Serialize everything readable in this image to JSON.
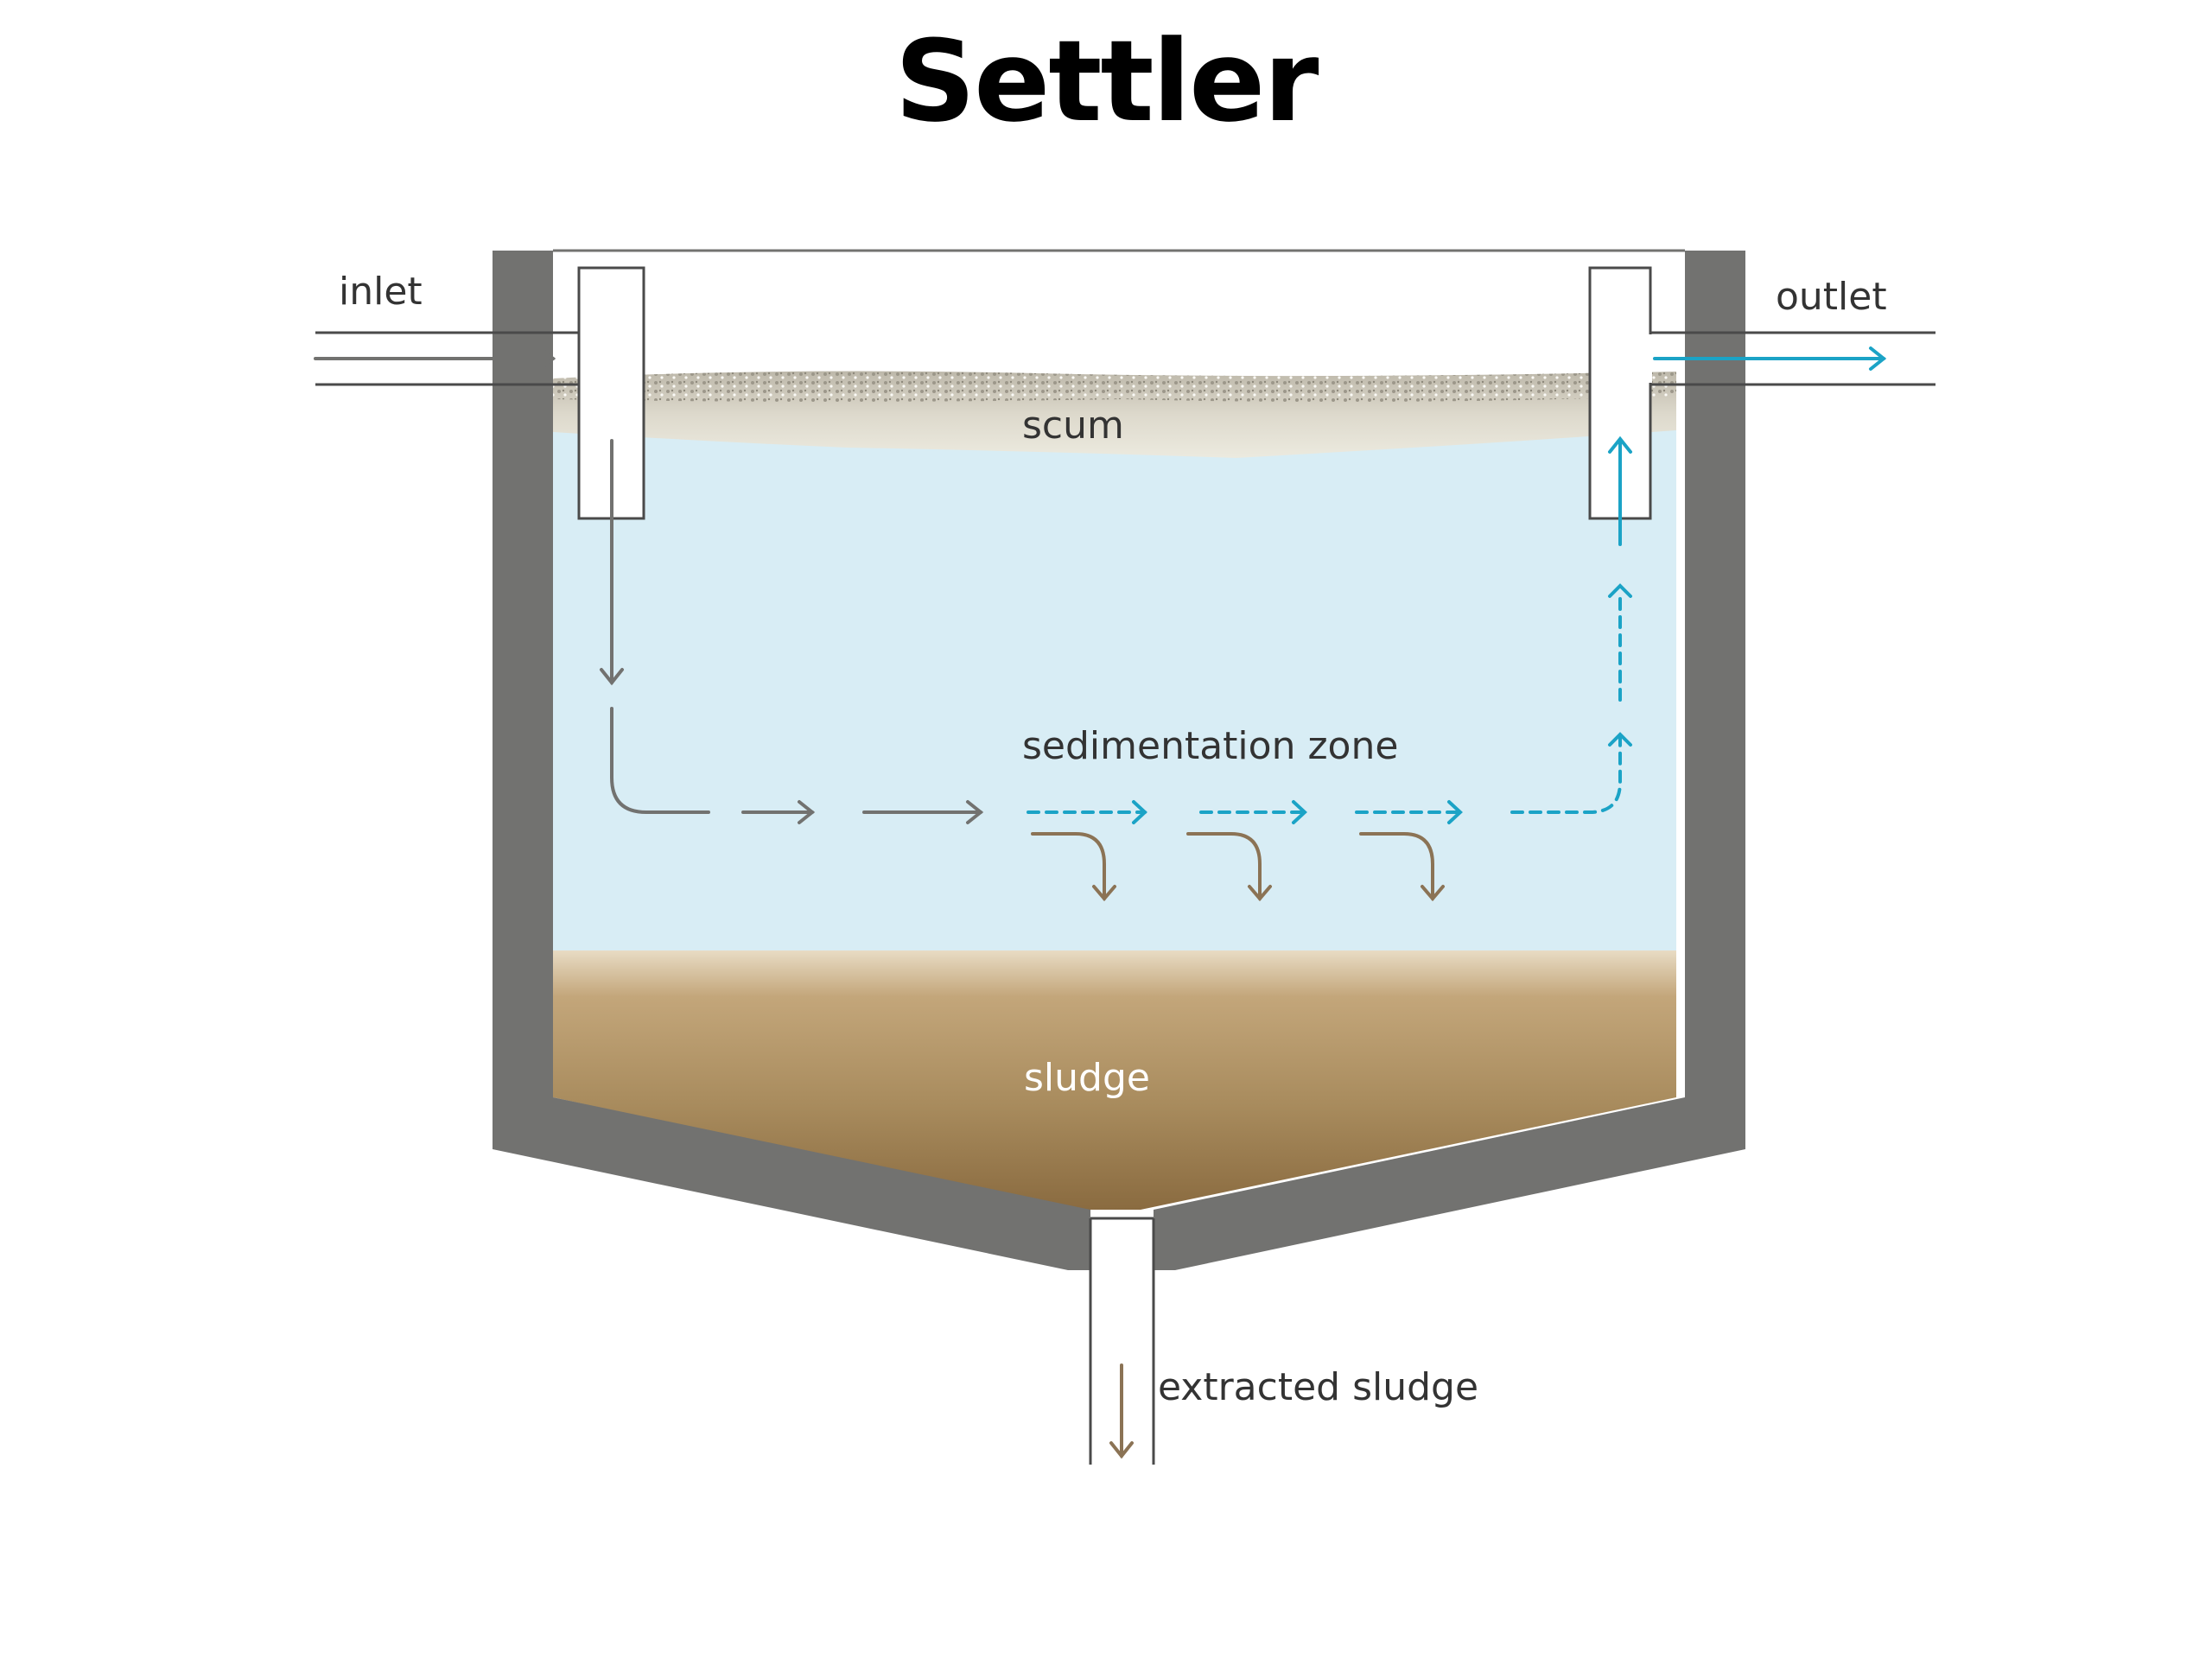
{
  "title": "Settler",
  "labels": {
    "inlet": "inlet",
    "outlet": "outlet",
    "scum": "scum",
    "sedimentation_zone": "sedimentation zone",
    "sludge": "sludge",
    "extracted_sludge": "extracted sludge"
  },
  "colors": {
    "wall": "#727270",
    "water": "#d8edf5",
    "scum": "#d4d0c2",
    "sludge": "#a88b5d",
    "inflow_arrow": "#727270",
    "outflow_arrow": "#1ba3c6",
    "settling_arrow": "#8b7355",
    "label_text": "#333333",
    "sludge_label": "#ffffff"
  },
  "icons": {
    "inflow": "arrow-right-icon",
    "outflow": "arrow-right-icon",
    "settling": "arrow-down-icon"
  }
}
